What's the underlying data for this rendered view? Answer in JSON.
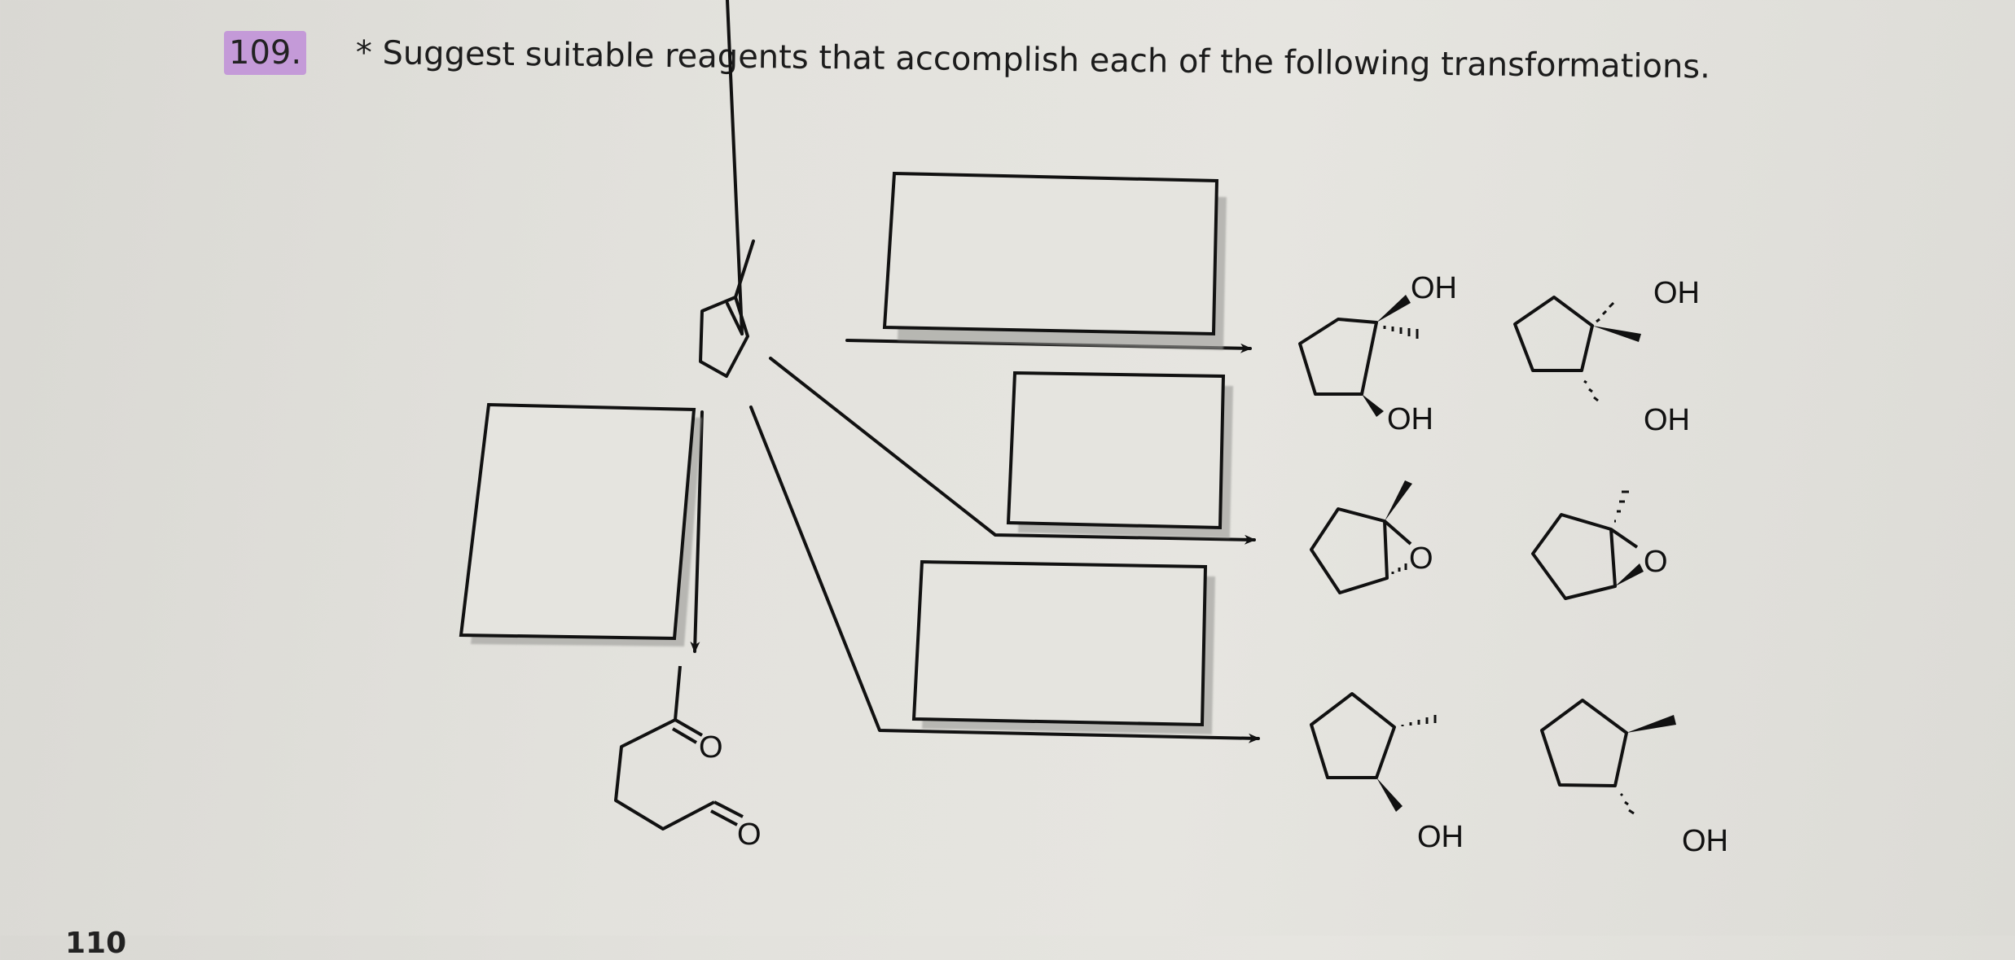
{
  "question": {
    "number": "109.",
    "text": "* Suggest suitable reagents that accomplish each of the following transformations."
  },
  "starting_material": {
    "name": "1-methylcyclopentene"
  },
  "reagent_boxes": [
    {
      "id": "box-diol",
      "target": "diol products",
      "value": ""
    },
    {
      "id": "box-epoxide",
      "target": "epoxide products",
      "value": ""
    },
    {
      "id": "box-alcohol",
      "target": "alcohol products",
      "value": ""
    },
    {
      "id": "box-ozonolysis",
      "target": "keto-aldehyde product",
      "value": ""
    }
  ],
  "products": {
    "diol_row": {
      "labels": [
        "OH",
        "OH",
        "OH",
        "OH"
      ]
    },
    "epoxide_row": {
      "labels": [
        "O",
        "O"
      ]
    },
    "alcohol_row": {
      "labels": [
        "OH",
        "OH"
      ]
    },
    "ozonolysis": {
      "labels": [
        "O",
        "O"
      ]
    }
  },
  "footer": {
    "next_number": "110"
  }
}
